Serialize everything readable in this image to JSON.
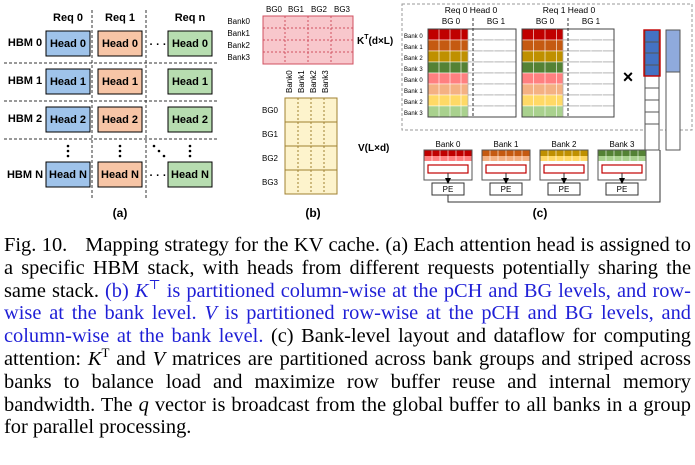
{
  "panel_a": {
    "req_headers": [
      "Req 0",
      "Req 1",
      "Req n"
    ],
    "hbm_labels": [
      "HBM 0",
      "HBM 1",
      "HBM 2",
      "HBM N"
    ],
    "heads": [
      "Head 0",
      "Head 1",
      "Head 2",
      "Head N"
    ],
    "dots": "· · ·",
    "label": "(a)",
    "colors": {
      "req0": "#9fc3ea",
      "req1": "#f7c5a6",
      "reqn": "#b7ddb0"
    }
  },
  "panel_b": {
    "bg_headers": [
      "BG0",
      "BG1",
      "BG2",
      "BG3"
    ],
    "bank_labels": [
      "Bank0",
      "Bank1",
      "Bank2",
      "Bank3"
    ],
    "kt_label_base": "K",
    "kt_label_sup": "T",
    "kt_label_dim": "(d×L)",
    "v_bank_headers": [
      "Bank0",
      "Bank1",
      "Bank2",
      "Bank3"
    ],
    "v_bg_labels": [
      "BG0",
      "BG1",
      "BG2",
      "BG3"
    ],
    "v_label": "V(L×d)",
    "label": "(b)",
    "colors": {
      "kt": "#f8c7cc",
      "v": "#fdf3cc"
    }
  },
  "panel_c": {
    "req0_header": "Req 0 Head 0",
    "req1_header": "Req 1 Head 0",
    "bg_headers": [
      "BG 0",
      "BG 1",
      "BG 0",
      "BG 1"
    ],
    "bank_rows": [
      "Bank 0",
      "Bank 1",
      "Bank 2",
      "Bank 3",
      "Bank 0",
      "Bank 1",
      "Bank 2",
      "Bank 3"
    ],
    "bank_columns": [
      "Bank 0",
      "Bank 1",
      "Bank 2",
      "Bank 3"
    ],
    "pe_label": "PE",
    "times": "×",
    "label": "(c)",
    "row_colors": [
      "#c00000",
      "#c55a11",
      "#bf9000",
      "#548235",
      "#ff8080",
      "#f4b183",
      "#ffd966",
      "#a9d18e"
    ]
  },
  "caption": {
    "fig_label": "Fig. 10.",
    "intro": "Mapping strategy for the KV cache. (a) Each attention head is assigned to a specific HBM stack, with heads from different requests potentially sharing the same stack.",
    "b_prefix": "(b)",
    "b_k": "K",
    "b_sup": "⊤",
    "b_text1": "is partitioned column-wise at the pCH and BG levels, and row-wise at the bank level.",
    "b_v": "V",
    "b_text2": "is partitioned row-wise at the pCH and BG levels, and column-wise at the bank level.",
    "c_text1": "(c) Bank-level layout and dataflow for computing attention:",
    "c_k": "K",
    "c_sup": "T",
    "c_and": "and",
    "c_v": "V",
    "c_text2": "matrices are partitioned across bank groups and striped across banks to balance load and maximize row buffer reuse and internal memory bandwidth. The",
    "c_q": "q",
    "c_text3": "vector is broadcast from the global buffer to all banks in a group for parallel processing."
  }
}
